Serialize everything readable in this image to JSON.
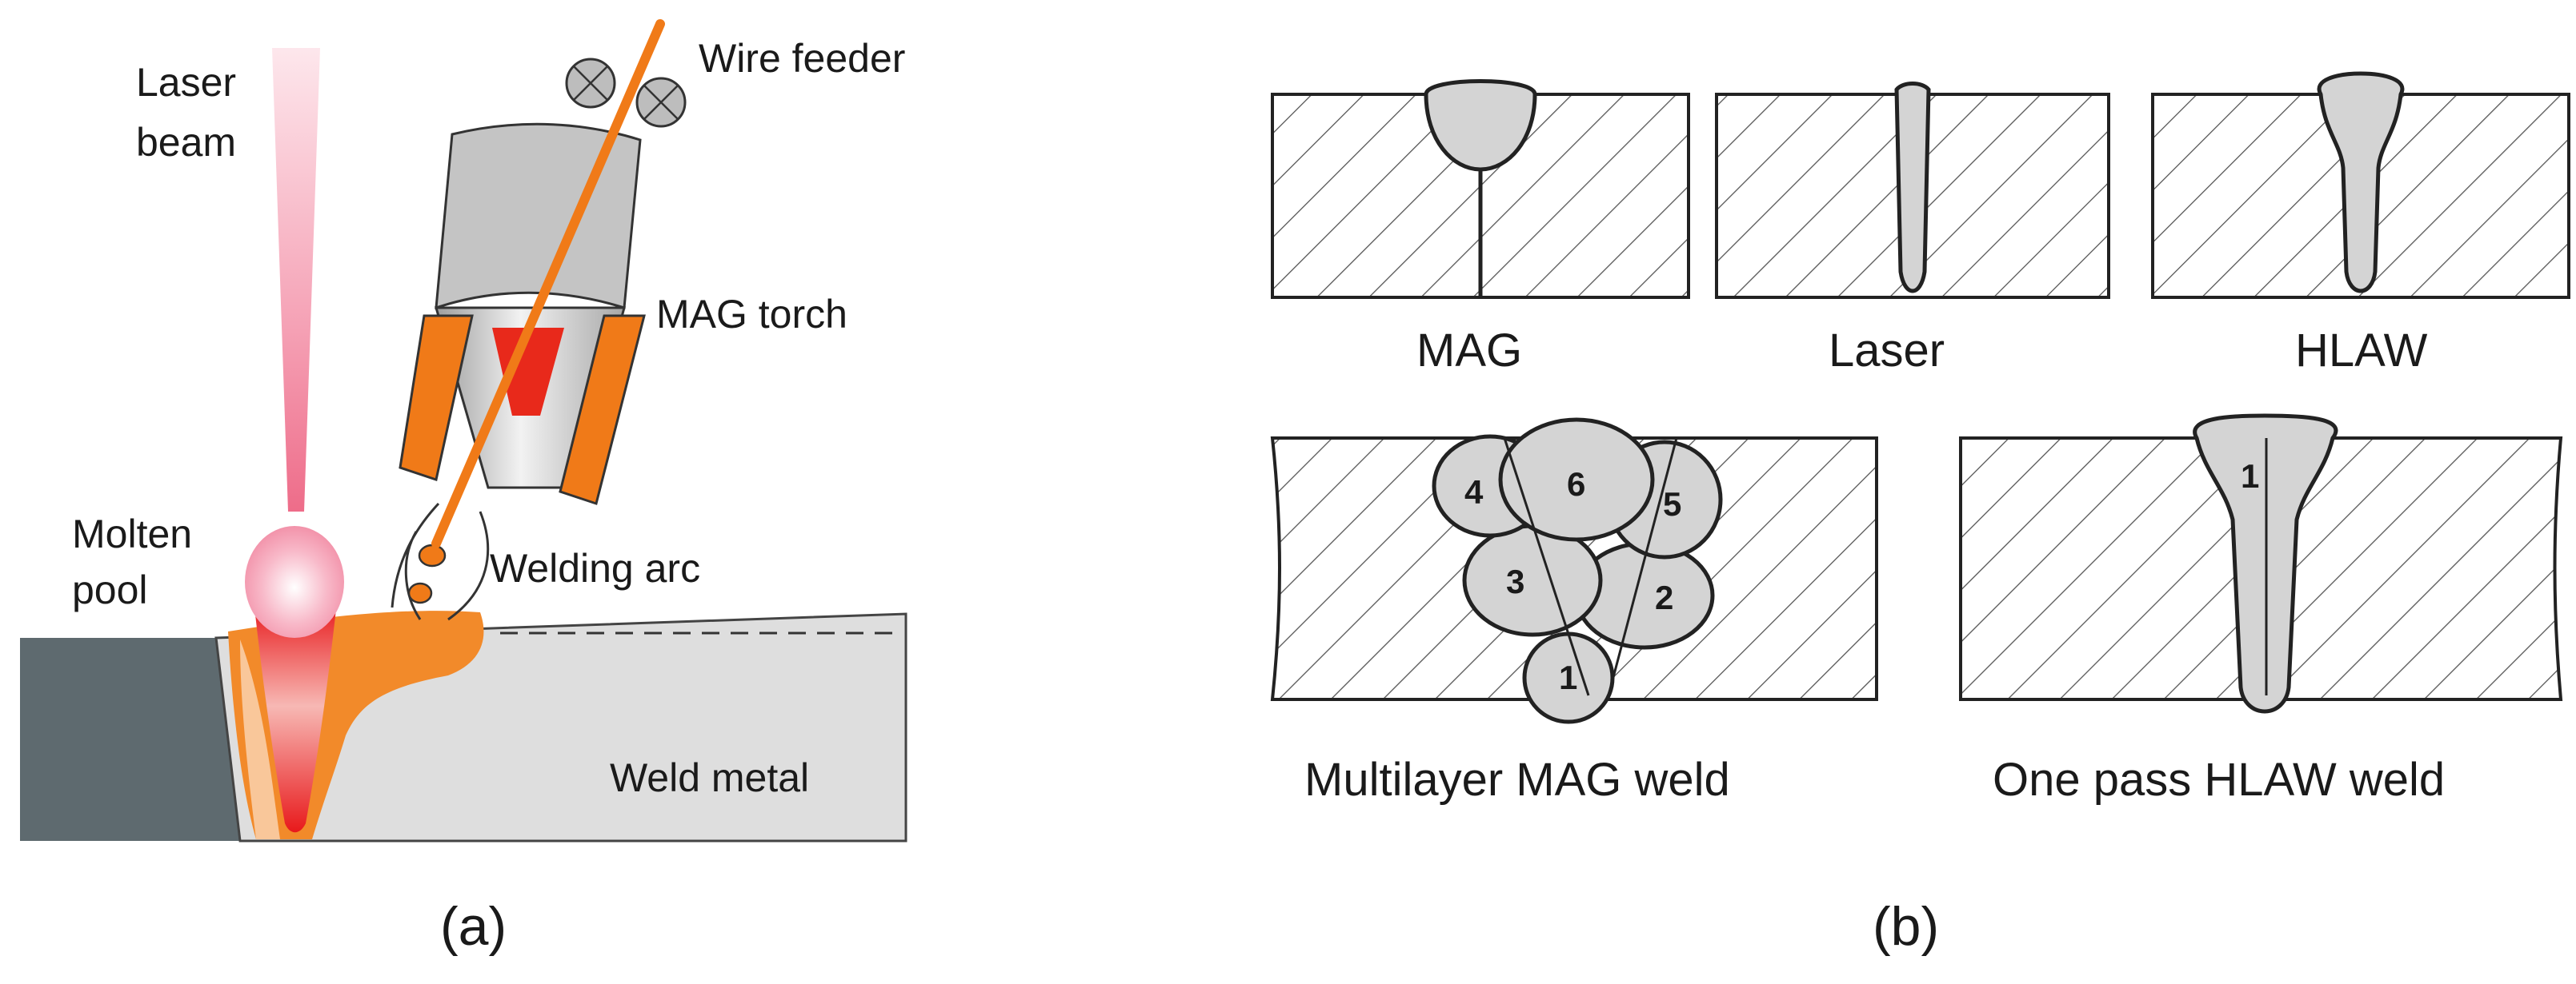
{
  "panel_a": {
    "caption": "(a)",
    "labels": {
      "laser_beam_line1": "Laser",
      "laser_beam_line2": "beam",
      "wire_feeder": "Wire feeder",
      "mag_torch": "MAG torch",
      "molten_pool_line1": "Molten",
      "molten_pool_line2": "pool",
      "welding_arc": "Welding arc",
      "weld_metal": "Weld metal"
    }
  },
  "panel_b": {
    "caption": "(b)",
    "top_row": [
      "MAG",
      "Laser",
      "HLAW"
    ],
    "bottom_row": [
      "Multilayer MAG weld",
      "One pass HLAW weld"
    ],
    "multilayer_passes": [
      "1",
      "2",
      "3",
      "4",
      "5",
      "6"
    ],
    "one_pass_number": "1"
  },
  "colors": {
    "laser_pink": "#f06a8a",
    "torch_orange": "#f07a18",
    "molten_red": "#e8191b",
    "base_metal_dark": "#5e6a6f",
    "weld_metal_light": "#dedede",
    "bead_grey": "#d4d4d4"
  }
}
